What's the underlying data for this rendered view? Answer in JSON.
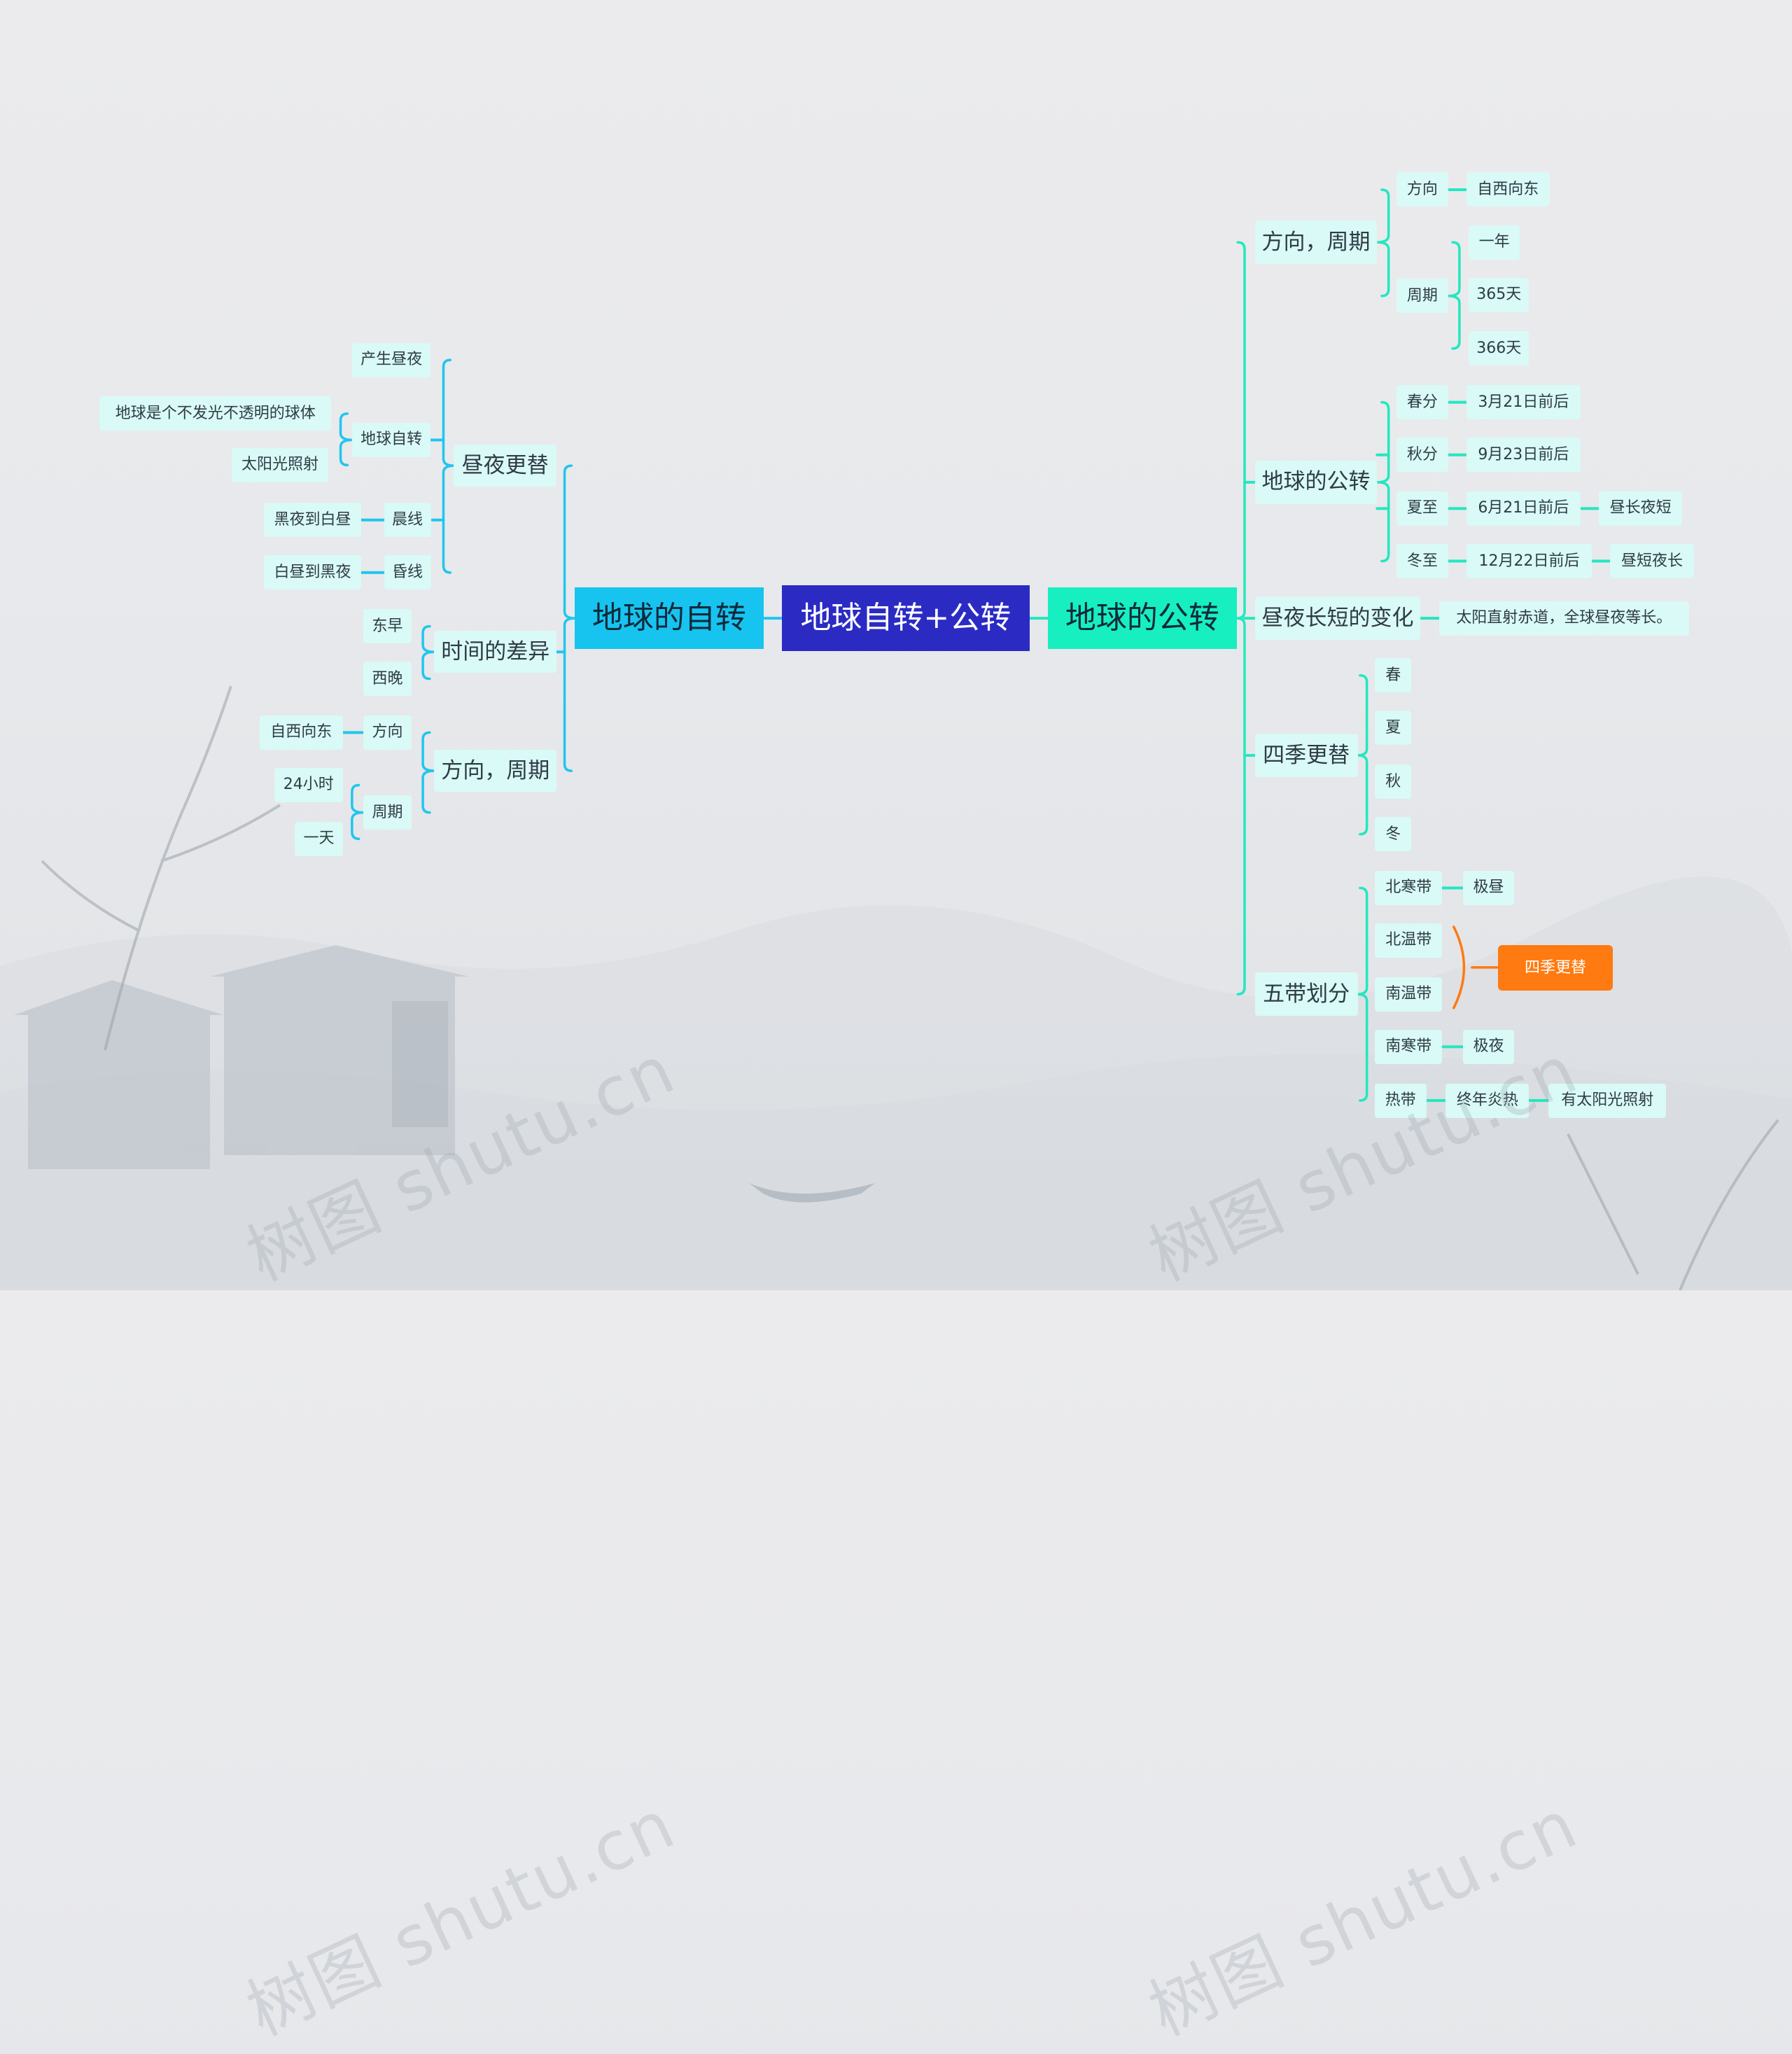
{
  "root": "地球自转+公转",
  "branches": {
    "rotation": "地球的自转",
    "revolution": "地球的公转"
  },
  "rotation": {
    "day_night": {
      "label": "昼夜更替",
      "produce": "产生昼夜",
      "earth_rotation": "地球自转",
      "opaque_sphere": "地球是个不发光不透明的球体",
      "sunlight": "太阳光照射",
      "dawn_line": "晨线",
      "dawn_desc": "黑夜到白昼",
      "dusk_line": "昏线",
      "dusk_desc": "白昼到黑夜"
    },
    "time_diff": {
      "label": "时间的差异",
      "east": "东早",
      "west": "西晚"
    },
    "dir_period": {
      "label": "方向，周期",
      "direction": "方向",
      "direction_value": "自西向东",
      "period": "周期",
      "period_values": [
        "24小时",
        "一天"
      ]
    }
  },
  "revolution": {
    "dir_period": {
      "label": "方向，周期",
      "direction": "方向",
      "direction_value": "自西向东",
      "period": "周期",
      "period_values": [
        "一年",
        "365天",
        "366天"
      ]
    },
    "seasons_pts": {
      "label": "地球的公转",
      "items": [
        {
          "name": "春分",
          "date": "3月21日前后"
        },
        {
          "name": "秋分",
          "date": "9月23日前后"
        },
        {
          "name": "夏至",
          "date": "6月21日前后",
          "note": "昼长夜短"
        },
        {
          "name": "冬至",
          "date": "12月22日前后",
          "note": "昼短夜长"
        }
      ]
    },
    "day_length": {
      "label": "昼夜长短的变化",
      "value": "太阳直射赤道，全球昼夜等长。"
    },
    "four_seasons": {
      "label": "四季更替",
      "items": [
        "春",
        "夏",
        "秋",
        "冬"
      ]
    },
    "five_zones": {
      "label": "五带划分",
      "north_frigid": "北寒带",
      "polar_day": "极昼",
      "north_temperate": "北温带",
      "south_temperate": "南温带",
      "seasons_change": "四季更替",
      "south_frigid": "南寒带",
      "polar_night": "极夜",
      "tropics": "热带",
      "hot_all_year": "终年炎热",
      "direct_sun": "有太阳光照射"
    }
  },
  "watermark": "树图 shutu.cn",
  "colors": {
    "root": "#2b2bc4",
    "left_branch": "#17c4ef",
    "right_branch": "#17efc0",
    "left_line": "#20c6ee",
    "right_line": "#22e8bf",
    "node_fill": "#d9faf6",
    "highlight": "#ff7a10"
  }
}
